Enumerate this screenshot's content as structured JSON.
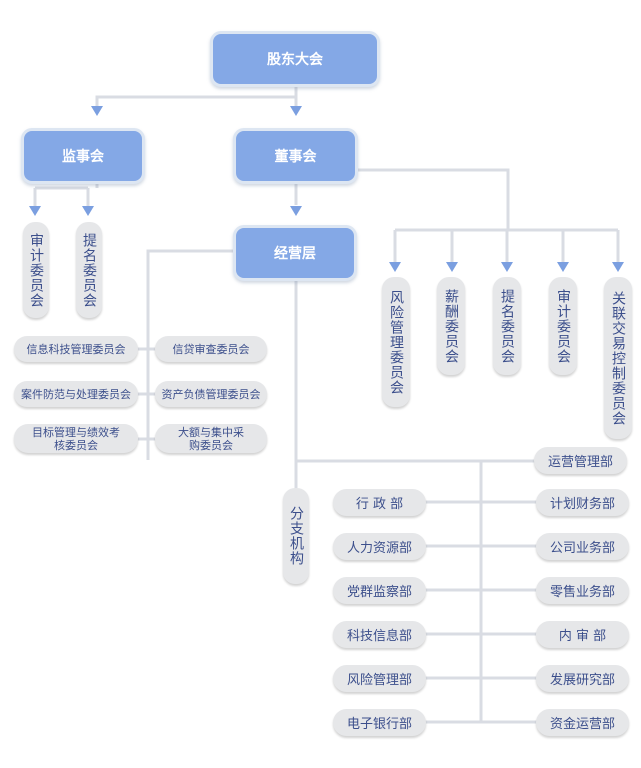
{
  "top": {
    "shareholders": "股东大会"
  },
  "level2": {
    "supervisory_board": "监事会",
    "board_of_directors": "董事会"
  },
  "supervisory_committees": [
    "审计委员会",
    "提名委员会"
  ],
  "management": "经营层",
  "board_committees": [
    "风险管理委员会",
    "薪酬委员会",
    "提名委员会",
    "审计委员会",
    "关联交易控制委员会"
  ],
  "management_committees": [
    "信息科技管理委员会",
    "信贷审查委员会",
    "案件防范与处理委员会",
    "资产负债管理委员会",
    "目标管理与绩效考核委员会",
    "大额与集中采购委员会"
  ],
  "branches": "分支机构",
  "departments_left": [
    "行 政 部",
    "人力资源部",
    "党群监察部",
    "科技信息部",
    "风险管理部",
    "电子银行部"
  ],
  "departments_right": [
    "运营管理部",
    "计划财务部",
    "公司业务部",
    "零售业务部",
    "内 审 部",
    "发展研究部",
    "资金运营部"
  ],
  "colors": {
    "node_blue": "#84a8e6",
    "pill_grey": "#e6e7e9",
    "text_navy": "#3c4f8c",
    "line": "#d9dce3",
    "arrow": "#7b9fe0"
  }
}
